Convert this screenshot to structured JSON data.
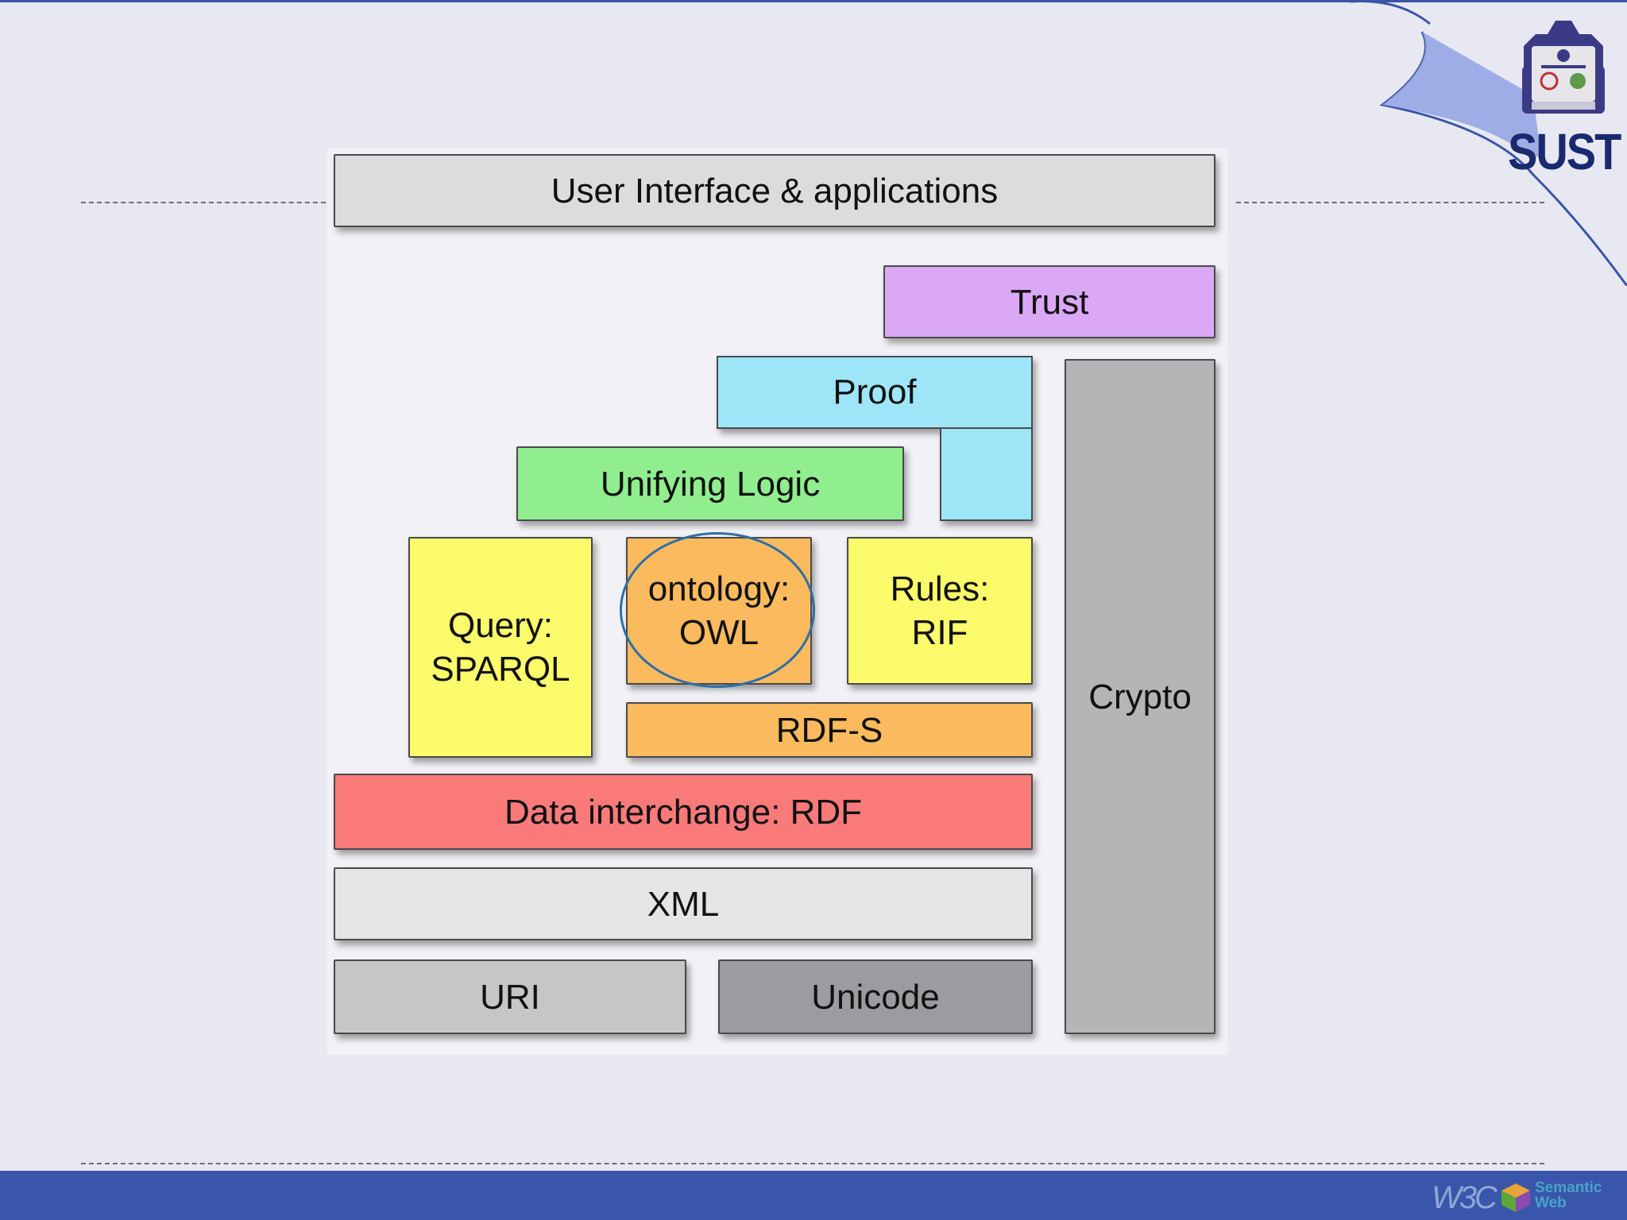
{
  "layers": {
    "ui": "User Interface & applications",
    "trust": "Trust",
    "proof": "Proof",
    "logic": "Unifying Logic",
    "query_line1": "Query:",
    "query_line2": "SPARQL",
    "ontology_line1": "ontology:",
    "ontology_line2": "OWL",
    "rules_line1": "Rules:",
    "rules_line2": "RIF",
    "rdfs": "RDF-S",
    "rdf": "Data interchange: RDF",
    "xml": "XML",
    "uri": "URI",
    "unicode": "Unicode",
    "crypto": "Crypto"
  },
  "colors": {
    "ui": "#dcdcde",
    "trust": "#dba8f6",
    "proof": "#9ee6f7",
    "logic": "#90ee8e",
    "yellow": "#fbfb6b",
    "orange": "#fbba5e",
    "rdf": "#fa7a7a",
    "xml": "#e6e4e6",
    "uri": "#c6c6c8",
    "unicode": "#9c9b9f",
    "crypto": "#b5b5b7",
    "accent": "#3a56ab",
    "highlight": "#2d6fa8"
  },
  "logo": {
    "text": "SUST"
  },
  "footer": {
    "w3c": "W3C",
    "badge_line1": "Semantic",
    "badge_line2": "Web"
  }
}
